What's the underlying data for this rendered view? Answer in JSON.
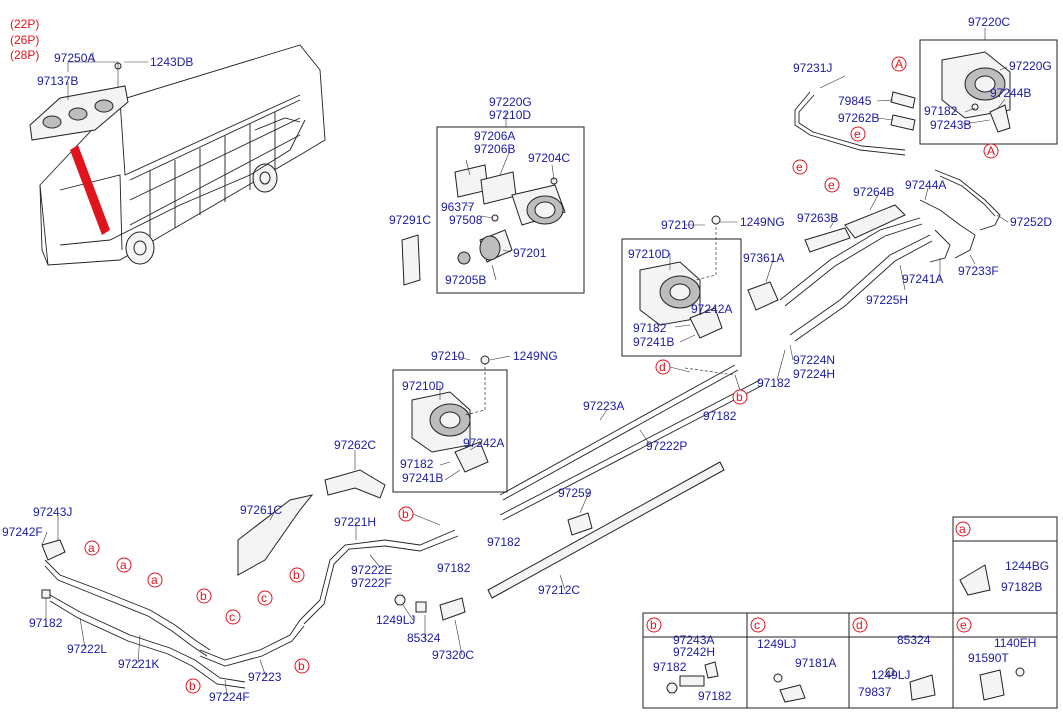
{
  "colors": {
    "label": "#1a1aa6",
    "callout": "#e0141c",
    "line": "#222222"
  },
  "variants": [
    "(22P)",
    "(26P)",
    "(28P)"
  ],
  "parts": {
    "p97250A": "97250A",
    "p97137B": "97137B",
    "p1243DB": "1243DB",
    "p97220G_top": "97220G",
    "p97210D_top": "97210D",
    "p97206A": "97206A",
    "p97206B": "97206B",
    "p97204C": "97204C",
    "p96377": "96377",
    "p97508": "97508",
    "p97201": "97201",
    "p97205B": "97205B",
    "p97291C": "97291C",
    "p97231J": "97231J",
    "p79845": "79845",
    "p97262B": "97262B",
    "p97220C": "97220C",
    "p97220G_r": "97220G",
    "p97244B": "97244B",
    "p97182_tr": "97182",
    "p97243B": "97243B",
    "p97252D": "97252D",
    "p97244A": "97244A",
    "p97264B": "97264B",
    "p97263B": "97263B",
    "p97241A": "97241A",
    "p97233F": "97233F",
    "p97225H": "97225H",
    "p97361A": "97361A",
    "p97210_r": "97210",
    "p1249NG_r": "1249NG",
    "p97210D_r": "97210D",
    "p97242A_r": "97242A",
    "p97182_r": "97182",
    "p97241B_r": "97241B",
    "p97224N": "97224N",
    "p97224H": "97224H",
    "p97182_m1": "97182",
    "p97182_m2": "97182",
    "p97210_m": "97210",
    "p1249NG_m": "1249NG",
    "p97210D_m": "97210D",
    "p97242A_m": "97242A",
    "p97182_m": "97182",
    "p97241B_m": "97241B",
    "p97223A": "97223A",
    "p97222P": "97222P",
    "p97262C": "97262C",
    "p97261C": "97261C",
    "p97259": "97259",
    "p97182_m3": "97182",
    "p97182_m4": "97182",
    "p97212C": "97212C",
    "p97221H": "97221H",
    "p97222E": "97222E",
    "p97222F": "97222F",
    "p1249LJ": "1249LJ",
    "p85324": "85324",
    "p97320C": "97320C",
    "p97243J": "97243J",
    "p97242F": "97242F",
    "p97182_l": "97182",
    "p97222L": "97222L",
    "p97221K": "97221K",
    "p97223": "97223",
    "p97224F": "97224F"
  },
  "callouts": {
    "a": "a",
    "b": "b",
    "c": "c",
    "d": "d",
    "e": "e",
    "A": "A"
  },
  "detail_boxes": {
    "a": {
      "letter": "a",
      "parts": [
        "1244BG",
        "97182B"
      ]
    },
    "b": {
      "letter": "b",
      "parts": [
        "97243A",
        "97242H",
        "97182",
        "97182"
      ]
    },
    "c": {
      "letter": "c",
      "parts": [
        "1249LJ",
        "97181A"
      ]
    },
    "d": {
      "letter": "d",
      "parts": [
        "85324",
        "1249LJ",
        "79837"
      ]
    },
    "e": {
      "letter": "e",
      "parts": [
        "1140EH",
        "91590T"
      ]
    }
  }
}
